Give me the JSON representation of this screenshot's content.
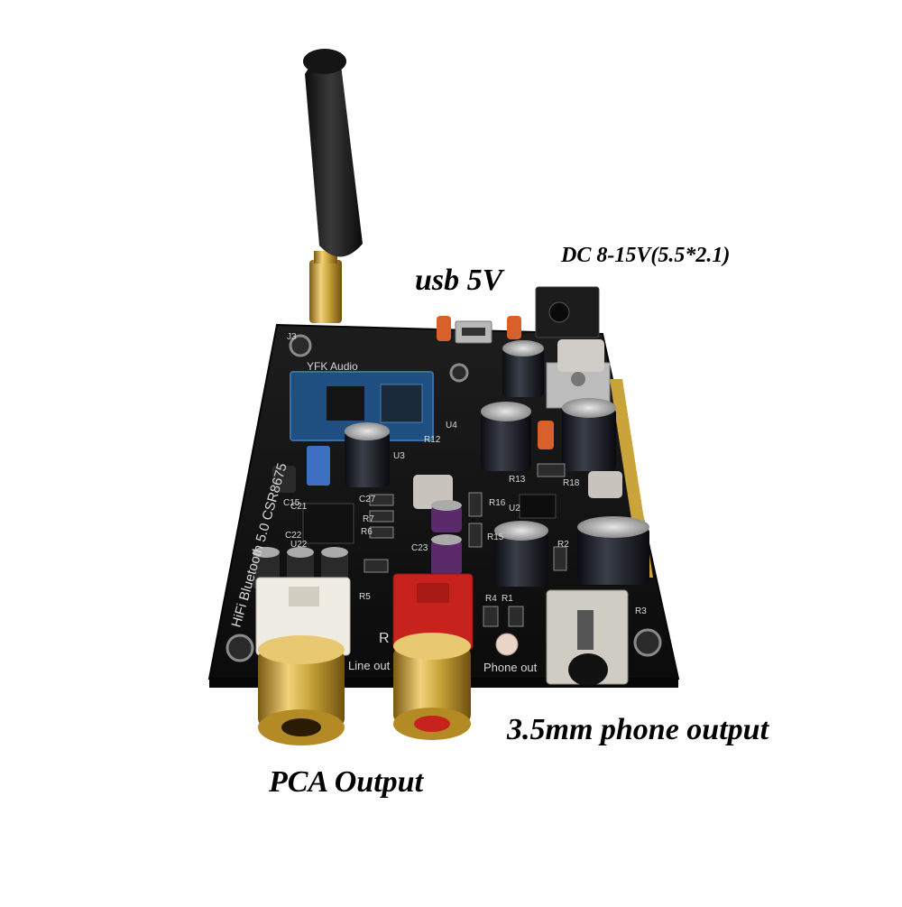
{
  "callouts": {
    "usb": "usb 5V",
    "dc": "DC 8-15V(5.5*2.1)",
    "phone": "3.5mm phone output",
    "pca": "PCA Output"
  },
  "silkscreen": {
    "brand": "YFK Audio",
    "model": "HiFi Bluetooth 5.0 CSR8675",
    "line_out": "Line out",
    "phone_out": "Phone out",
    "r_mark": "R",
    "refs": [
      "J3",
      "C15",
      "C27",
      "R7",
      "R6",
      "C23",
      "C22",
      "R5",
      "R4",
      "R1",
      "R2",
      "R3",
      "R12",
      "R13",
      "R15",
      "R16",
      "R18",
      "U2",
      "U3",
      "U4",
      "U22",
      "C21"
    ]
  },
  "colors": {
    "pcb": "#141414",
    "gold": "#c9a43a",
    "antenna": "#1c1c1c",
    "rca_red": "#c8221e",
    "rca_white": "#efece4",
    "module": "#1f4f80"
  }
}
